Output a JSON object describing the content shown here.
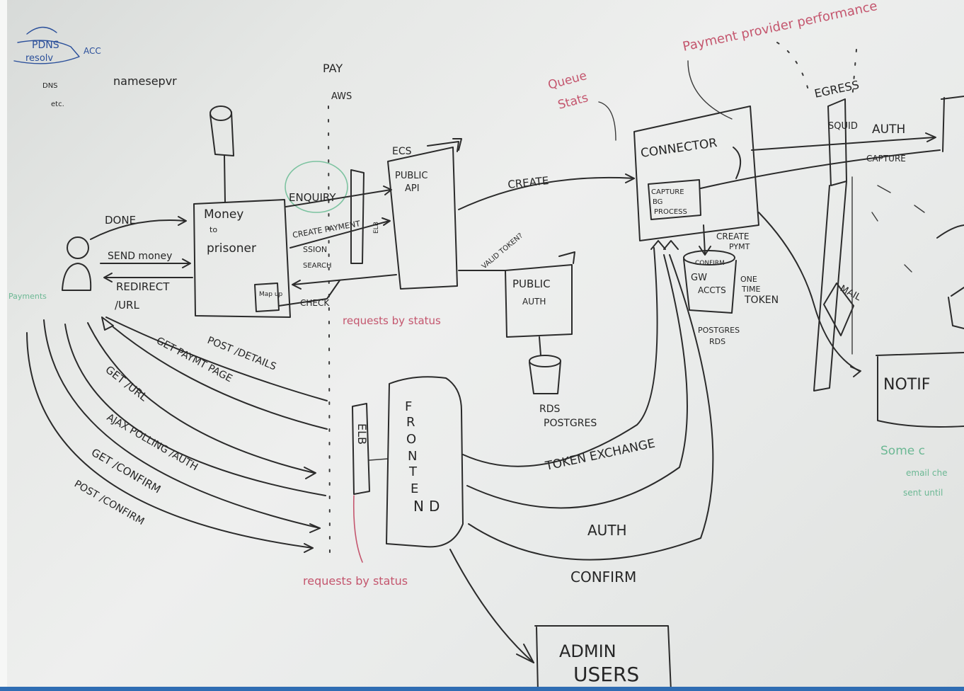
{
  "colors": {
    "ink": "#2b2b2b",
    "red_marker": "#c4566e",
    "blue_marker": "#2a4f9a",
    "green_marker": "#6cb894",
    "whiteboard": "#e9ebea",
    "taskbar": "#2f6db3"
  },
  "notes": {
    "top_left_1": "PDNS",
    "top_left_2": "resolv",
    "top_left_3": "ACC",
    "names": "namesepvr",
    "small_1": "DNS",
    "small_2": "etc."
  },
  "zone": {
    "pay": "PAY",
    "aws": "AWS"
  },
  "user": {
    "payments_label": "Payments"
  },
  "money_to_prisoner": {
    "title_1": "Money",
    "title_2": "to",
    "title_3": "prisoner",
    "mapup": "Map up"
  },
  "arrows_mtp": {
    "done": "DONE",
    "send_money": "SEND money",
    "redirect": "REDIRECT",
    "url": "/URL"
  },
  "public_api_calls": {
    "enquiry": "ENQUIRY",
    "create_payment": "CREATE PAYMENT",
    "session": "SSION",
    "search": "SEARCH",
    "check": "CHECK",
    "elb": "ELB"
  },
  "public_api": {
    "ecs": "ECS",
    "title_1": "PUBLIC",
    "title_2": "API"
  },
  "requests_by_status": "requests by status",
  "create_link": "CREATE",
  "valid_token": "VALID TOKEN?",
  "public_auth": {
    "title_1": "PUBLIC",
    "title_2": "AUTH"
  },
  "rds_postgres": {
    "line_1": "RDS",
    "line_2": "POSTGRES"
  },
  "queue_stats": {
    "line_1": "Queue",
    "line_2": "Stats"
  },
  "payment_provider_performance": "Payment provider performance",
  "connector": {
    "title": "CONNECTOR",
    "capture_1": "CAPTURE",
    "capture_2": "BG",
    "capture_3": "PROCESS",
    "create_paymt_1": "CREATE",
    "create_paymt_2": "PYMT",
    "confirm": "CONFIRM",
    "one_time_1": "ONE",
    "one_time_2": "TIME",
    "one_time_3": "TOKEN",
    "gw_accts_1": "GW",
    "gw_accts_2": "ACCTS",
    "postgres_1": "POSTGRES",
    "postgres_2": "RDS"
  },
  "egress": {
    "title": "EGRESS",
    "squid": "SQUID",
    "auth": "AUTH",
    "capture": "CAPTURE",
    "mail": "MAIL"
  },
  "notify": {
    "title": "NOTIF",
    "note_1": "Some c",
    "note_2": "email che",
    "note_3": "sent until"
  },
  "frontend_calls": [
    "POST /DETAILS",
    "GET PAYMT PAGE",
    "GET /URL",
    "AJAX POLLING /AUTH",
    "GET /CONFIRM",
    "POST /CONFIRM"
  ],
  "frontend": {
    "elb": "ELB",
    "title": [
      "F",
      "R",
      "O",
      "N",
      "T",
      "E",
      "N",
      "D"
    ]
  },
  "links": {
    "token_exchange": "TOKEN EXCHANGE",
    "auth": "AUTH",
    "confirm": "CONFIRM"
  },
  "admin_users": {
    "line_1": "ADMIN",
    "line_2": "USERS"
  }
}
